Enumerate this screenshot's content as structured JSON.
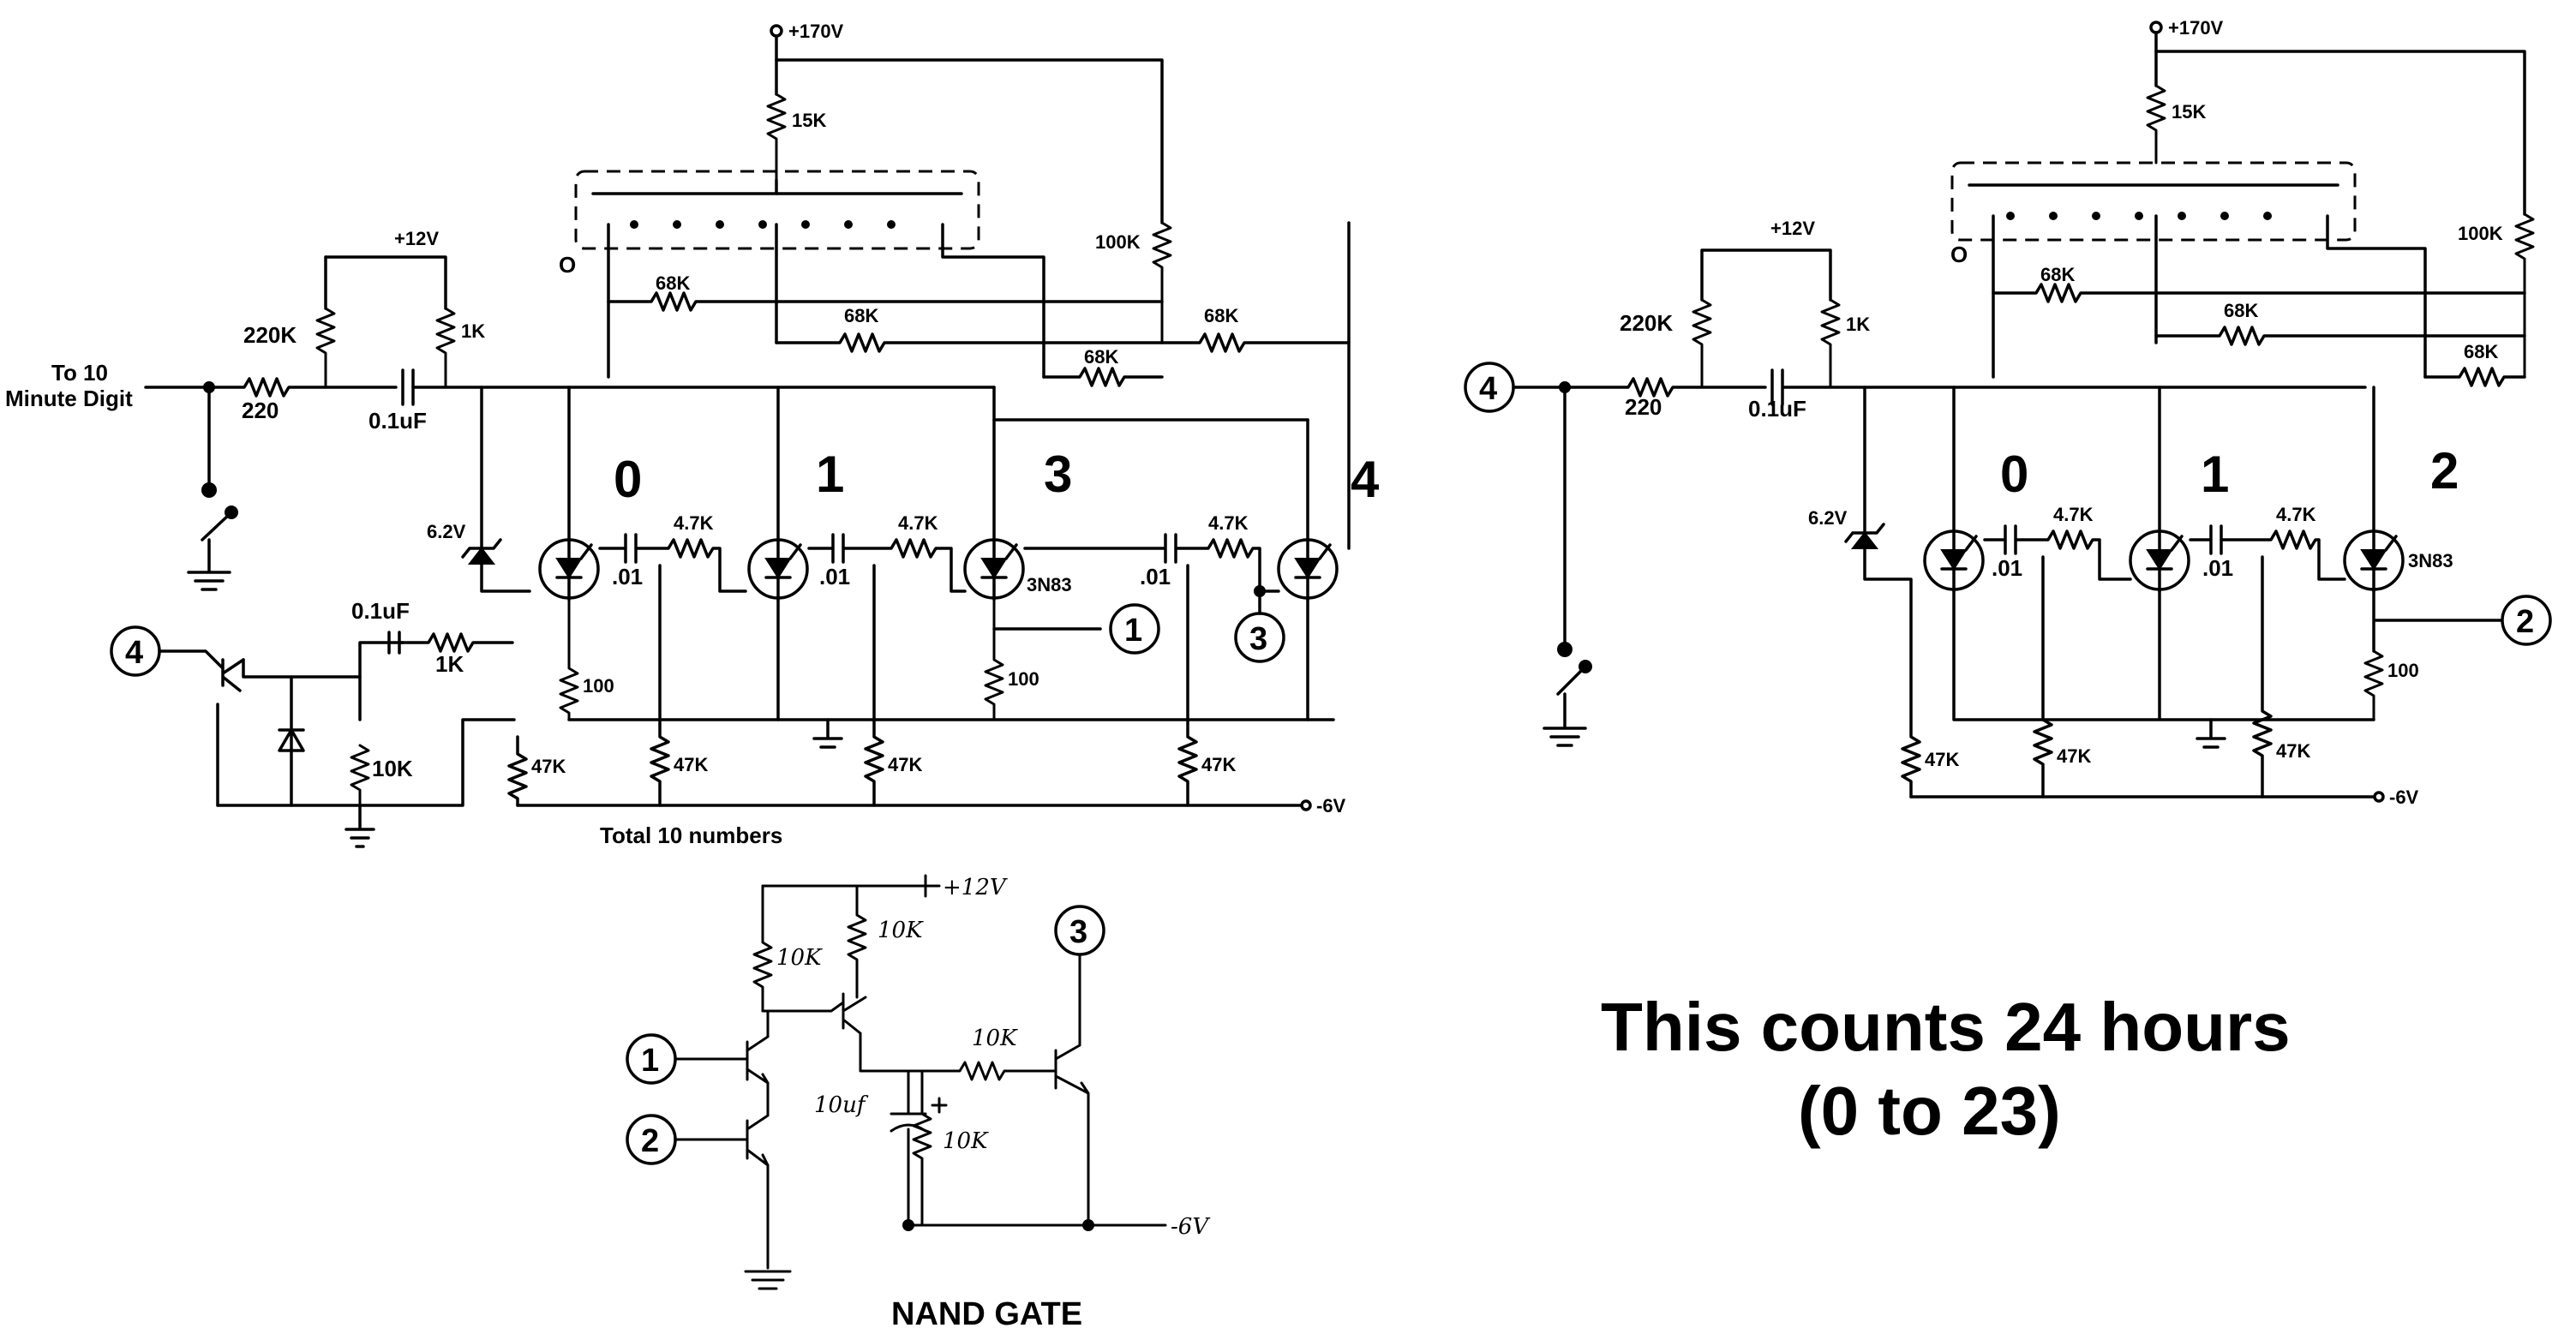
{
  "left_circuit": {
    "supply_170": "+170V",
    "r_15k": "15K",
    "r_100k": "100K",
    "supply_12": "+12V",
    "r_220k": "220K",
    "r_1k": "1K",
    "input_label_line1": "To 10",
    "input_label_line2": "Minute Digit",
    "r_220": "220",
    "c_01uf": "0.1uF",
    "zener": "6.2V",
    "tube_zero": "O",
    "r_68k": "68K",
    "digits": [
      "0",
      "1",
      "3",
      "4"
    ],
    "c_01": ".01",
    "r_4_7k": "4.7K",
    "scr_part": "3N83",
    "r_100": "100",
    "r_47k": "47K",
    "minus_6v": "-6V",
    "node_4": "4",
    "node_1": "1",
    "node_3": "3",
    "c_in": "0.1uF",
    "r_in": "1K",
    "r_10k": "10K",
    "total_note": "Total 10 numbers"
  },
  "right_circuit": {
    "supply_170": "+170V",
    "r_15k": "15K",
    "r_100k": "100K",
    "supply_12": "+12V",
    "r_220k": "220K",
    "r_1k": "1K",
    "node_4": "4",
    "r_220": "220",
    "c_01uf": "0.1uF",
    "zener": "6.2V",
    "tube_zero": "O",
    "r_68k": "68K",
    "digits": [
      "0",
      "1",
      "2"
    ],
    "c_01": ".01",
    "r_4_7k": "4.7K",
    "scr_part": "3N83",
    "r_100": "100",
    "r_47k": "47K",
    "minus_6v": "-6V",
    "node_2": "2"
  },
  "nand_gate": {
    "supply": "+12V",
    "r_10k": "10K",
    "cap": "10uf",
    "node_1": "1",
    "node_2": "2",
    "node_3": "3",
    "minus_6v": "-6V",
    "title": "NAND GATE"
  },
  "caption": {
    "line1": "This counts 24 hours",
    "line2": "(0 to 23)"
  }
}
